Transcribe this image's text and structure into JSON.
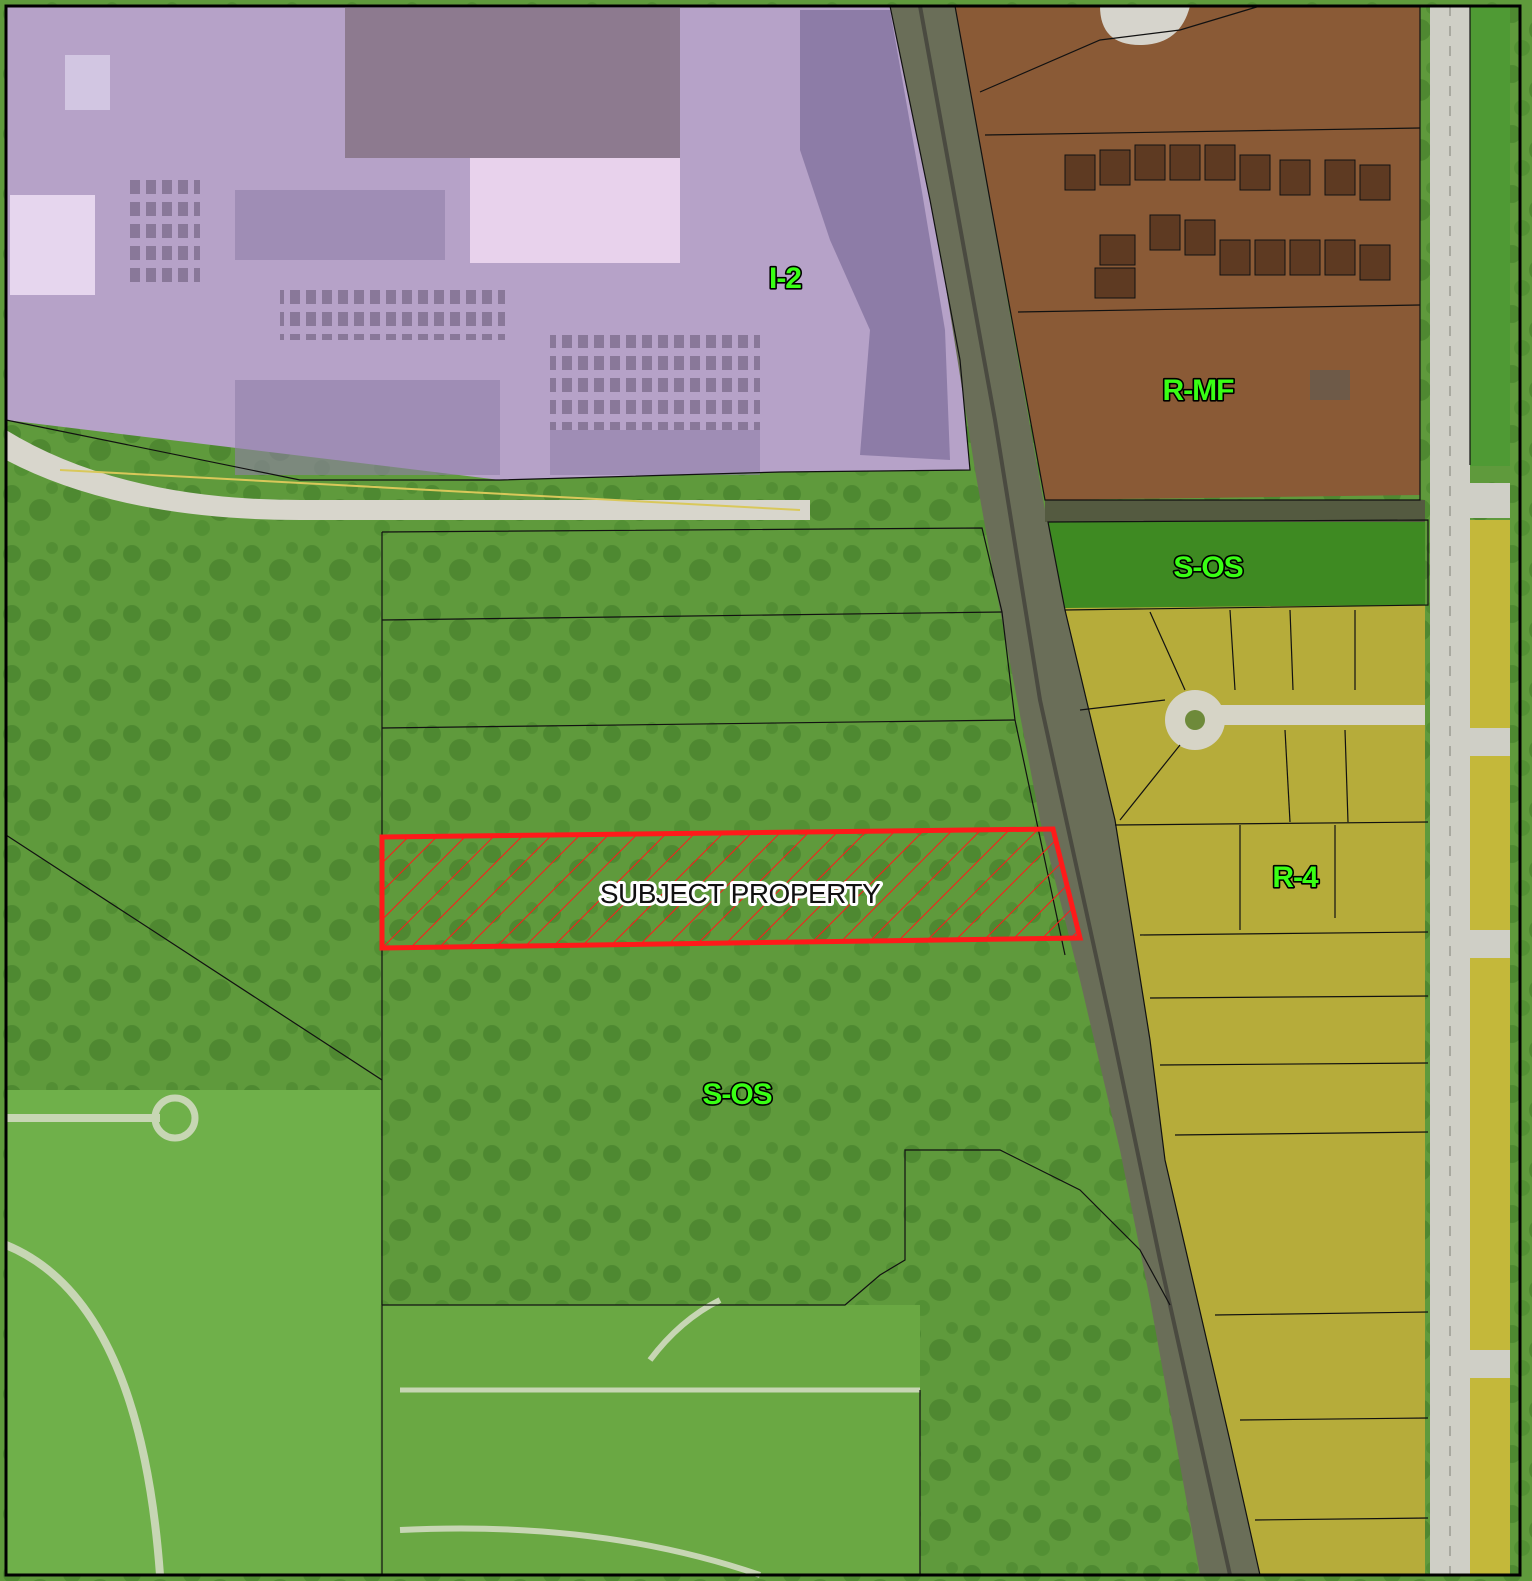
{
  "map": {
    "subject": {
      "label": "SUBJECT PROPERTY",
      "outline_color": "#ff1a1a",
      "label_color": "#111111"
    },
    "zones": [
      {
        "code": "I-2",
        "tint": "#a48cc4"
      },
      {
        "code": "R-MF",
        "tint": "#7a4626"
      },
      {
        "code": "S-OS",
        "tint": "#4a9a2a"
      },
      {
        "code": "R-4",
        "tint": "#b8ae2e"
      },
      {
        "code": "S-OS",
        "tint": "#4a9a2a"
      }
    ],
    "label_color": "#39ff14"
  }
}
